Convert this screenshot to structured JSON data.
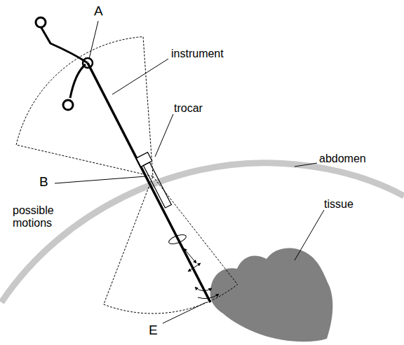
{
  "diagram": {
    "labels": [
      "A",
      "instrument",
      "trocar",
      "abdomen",
      "B",
      "possible motions",
      "tissue",
      "E"
    ]
  }
}
